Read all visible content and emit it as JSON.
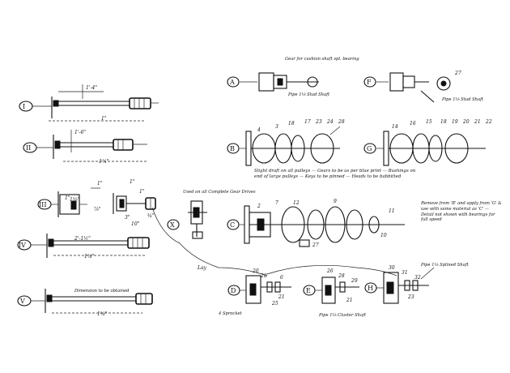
{
  "diagram": {
    "views": {
      "I": {
        "label": "I",
        "dims": [
          "1'-4\"",
          "1\""
        ]
      },
      "II": {
        "label": "II",
        "dims": [
          "1'-6\"",
          "1¼\""
        ]
      },
      "III": {
        "label": "III",
        "dims": [
          "1\"",
          "1⅝\"",
          "1\"",
          "1\"",
          "⅞\"",
          "1\"",
          "¾\"",
          "3\"",
          "10\""
        ]
      },
      "IV": {
        "label": "IV",
        "dims": [
          "2'-1½\"",
          "1¼\""
        ]
      },
      "V": {
        "label": "V",
        "dims": [
          "Dimension to be obtained",
          "1¼\""
        ]
      },
      "X": {
        "label": "X"
      }
    },
    "details": {
      "A": {
        "label": "A",
        "note": "Gear for cushion shaft spl. bearing",
        "pipe_note": "Pipe 1⅛ Stud Shaft"
      },
      "B": {
        "label": "B",
        "parts": [
          "4",
          "3",
          "18",
          "17",
          "23",
          "24",
          "28"
        ]
      },
      "C": {
        "label": "C",
        "parts": [
          "2",
          "7",
          "12",
          "9",
          "11",
          "27",
          "10"
        ]
      },
      "D": {
        "label": "D",
        "parts": [
          "20",
          "28",
          "21",
          "6",
          "25"
        ],
        "note": "4 Sprocket"
      },
      "E": {
        "label": "E",
        "parts": [
          "26",
          "28",
          "29",
          "21"
        ],
        "note": "Pipe 1⅛ Cluster Shaft"
      },
      "F": {
        "label": "F",
        "parts": [
          "27"
        ],
        "note": "Pipe 1⅛ Stud Shaft"
      },
      "G": {
        "label": "G",
        "parts": [
          "14",
          "16",
          "15",
          "18",
          "19",
          "20",
          "21",
          "22"
        ]
      },
      "H": {
        "label": "H",
        "parts": [
          "30",
          "31",
          "32",
          "23"
        ],
        "note": "Pipe 1⅛ Splined Shaft"
      }
    },
    "center_note": "Slight draft on all pulleys — Gears to be as per blue print — Bushings on end of large pulleys — Keys to be pinned — Heads to be babbitted",
    "right_note": "Remove from 'B' and apply from 'G' & use with same material as 'C' — Detail not shown with bearings for full speed",
    "small_note": "Used on all Complete Gear Drives",
    "x_label": "Lay"
  }
}
